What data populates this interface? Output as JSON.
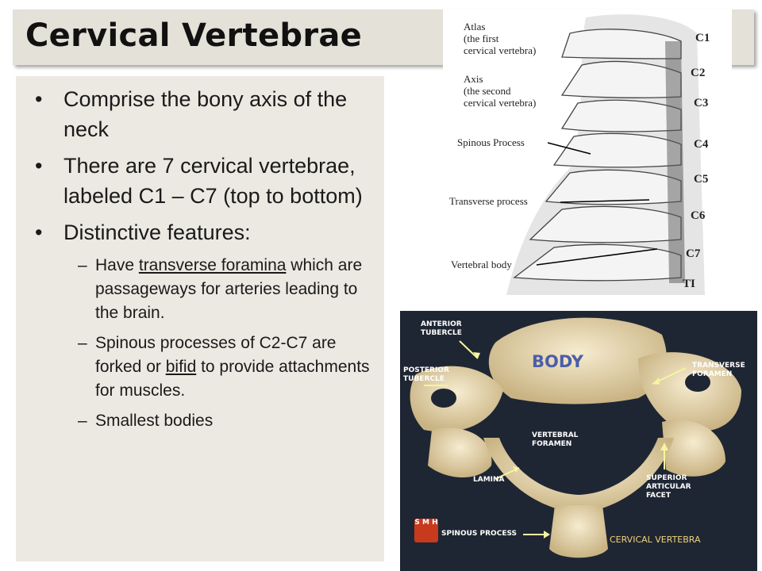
{
  "slide": {
    "title": "Cervical Vertebrae",
    "bullets": [
      {
        "text": "Comprise the bony axis of the neck"
      },
      {
        "text": "There are 7 cervical vertebrae, labeled C1 – C7 (top to bottom)"
      },
      {
        "text": "Distinctive features:"
      }
    ],
    "subbullets": [
      {
        "pre": "Have ",
        "underlined": "transverse foramina",
        "post": " which are passageways for arteries leading to the brain."
      },
      {
        "pre": "Spinous processes of C2-C7 are forked or ",
        "underlined": "bifid",
        "post": " to provide attachments for muscles."
      },
      {
        "pre": "Smallest bodies",
        "underlined": "",
        "post": ""
      }
    ]
  },
  "neck_diagram": {
    "labels": {
      "atlas": "Atlas\n(the first\ncervical vertebra)",
      "axis": "Axis\n(the second\ncervical vertebra)",
      "spinous": "Spinous Process",
      "transverse": "Transverse process",
      "body": "Vertebral body"
    },
    "levels": [
      "C1",
      "C2",
      "C3",
      "C4",
      "C5",
      "C6",
      "C7",
      "TI"
    ]
  },
  "vertebra_photo": {
    "body": "BODY",
    "anterior_tubercle": "ANTERIOR\nTUBERCLE",
    "posterior_tubercle": "POSTERIOR\nTUBERCLE",
    "transverse_foramen": "TRANSVERSE\nFORAMEN",
    "vertebral_foramen": "VERTEBRAL\nFORAMEN",
    "lamina": "LAMINA",
    "superior_facet": "SUPERIOR\nARTICULAR\nFACET",
    "spinous_process": "SPINOUS PROCESS",
    "caption": "CERVICAL VERTEBRA",
    "logo": "S M H"
  },
  "colors": {
    "title_bg": "#e3e1d8",
    "panel_bg": "#ebe9e1",
    "photo_bg": "#1f2633",
    "bone": "#e8d8b0",
    "body_label": "#4a5ea8",
    "arrow": "#f5f5a0"
  }
}
